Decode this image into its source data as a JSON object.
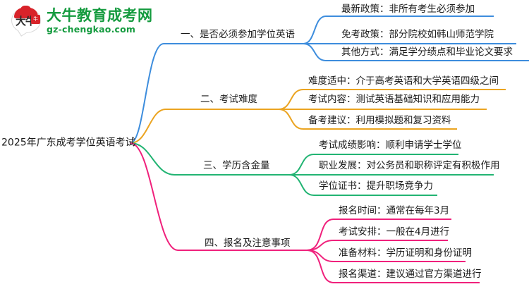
{
  "logo": {
    "mark_glyph": "大牛",
    "seal_glyph": "牛",
    "title": "大牛教育成考网",
    "subtitle": "gz-chengkao.com",
    "brand_color": "#159b3f",
    "cap_color": "#d8232a"
  },
  "mindmap": {
    "root": {
      "label": "2025年广东成考学位英语考试"
    },
    "branches": [
      {
        "label": "一、是否必须参加学位英语",
        "color": "#3d8ddd",
        "children": [
          {
            "label": "最新政策：非所有考生必须参加"
          },
          {
            "label": "免考政策：部分院校如韩山师范学院"
          },
          {
            "label": "其他方式：满足学分绩点和毕业论文要求"
          }
        ]
      },
      {
        "label": "二、考试难度",
        "color": "#eba421",
        "children": [
          {
            "label": "难度适中：介于高考英语和大学英语四级之间"
          },
          {
            "label": "考试内容：测试英语基础知识和应用能力"
          },
          {
            "label": "备考建议：利用模拟题和复习资料"
          }
        ]
      },
      {
        "label": "三、学历含金量",
        "color": "#22b473",
        "children": [
          {
            "label": "考试成绩影响：顺利申请学士学位"
          },
          {
            "label": "职业发展：对公务员和职称评定有积极作用"
          },
          {
            "label": "学位证书：提升职场竞争力"
          }
        ]
      },
      {
        "label": "四、报名及注意事项",
        "color": "#f0217c",
        "children": [
          {
            "label": "报名时间：通常在每年3月"
          },
          {
            "label": "考试安排：一般在4月进行"
          },
          {
            "label": "准备材料：学历证明和身份证明"
          },
          {
            "label": "报名渠道：建议通过官方渠道进行"
          }
        ]
      }
    ]
  }
}
